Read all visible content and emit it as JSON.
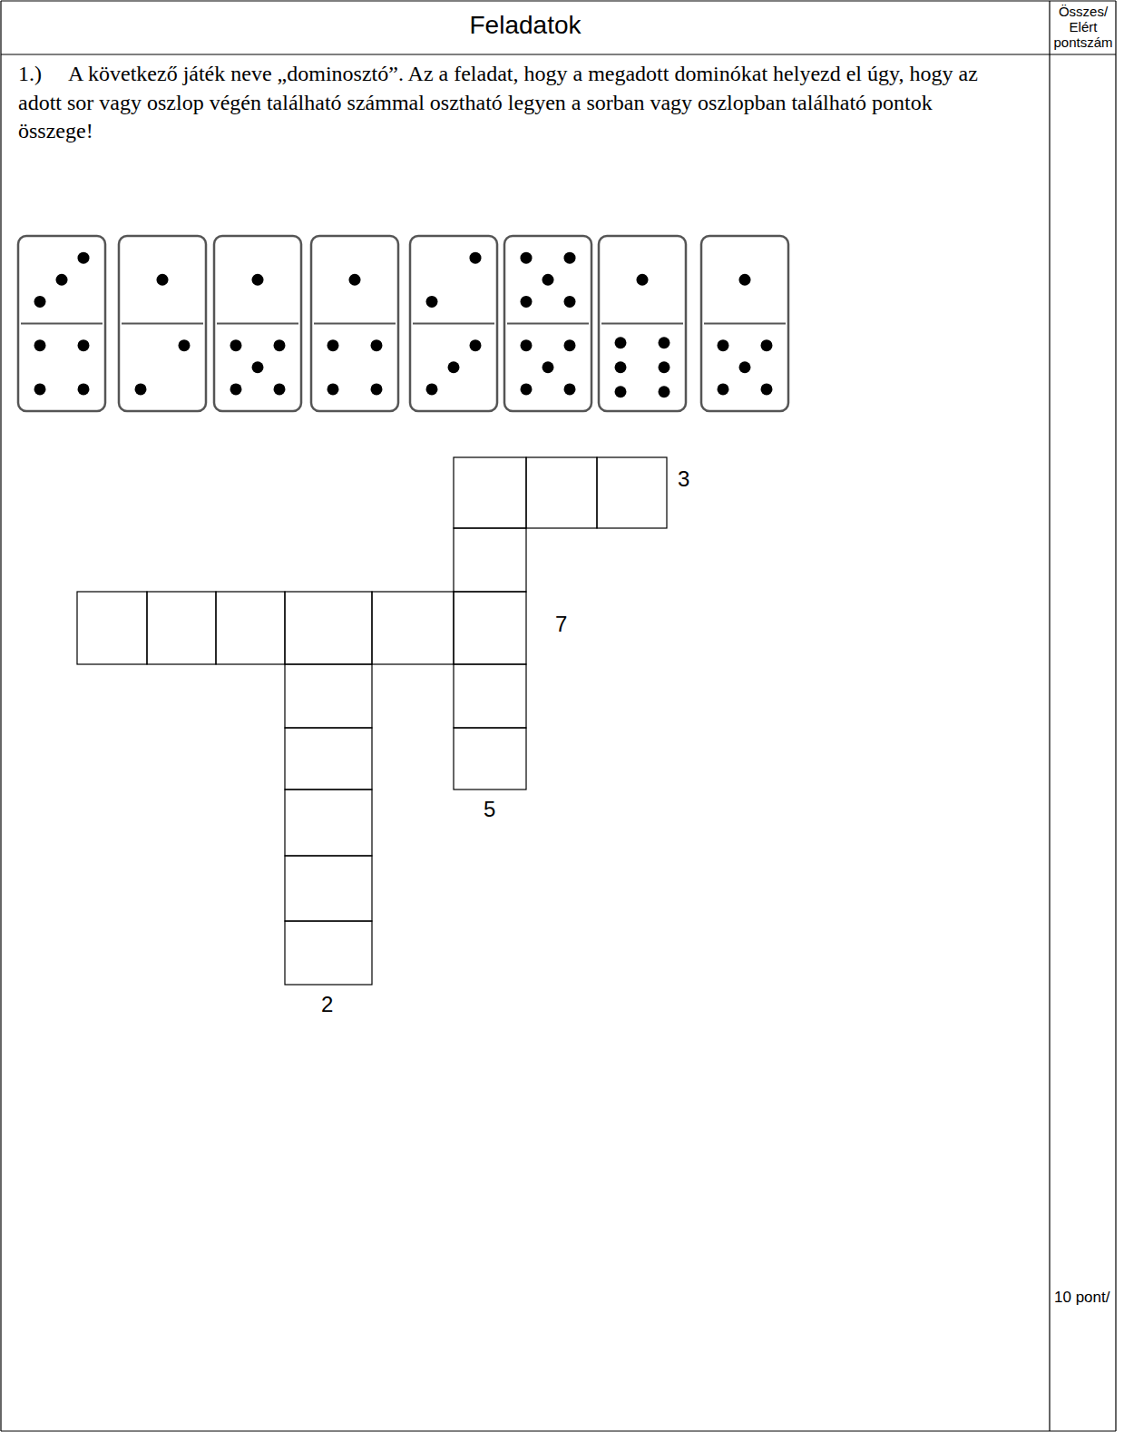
{
  "diagram": {
    "title": "Feladatok",
    "labels": [
      "Összes/ Elért pontszám",
      "1.)",
      "A következő játék neve „dominosztó”. Az a feladat, hogy a megadott dominókat helyezd el úgy, hogy az adott sor vagy oszlop végén található számmal osztható legyen a sorban vagy oszlopban található pontok összege!",
      "3",
      "7",
      "5",
      "2",
      "10 pont/"
    ]
  }
}
